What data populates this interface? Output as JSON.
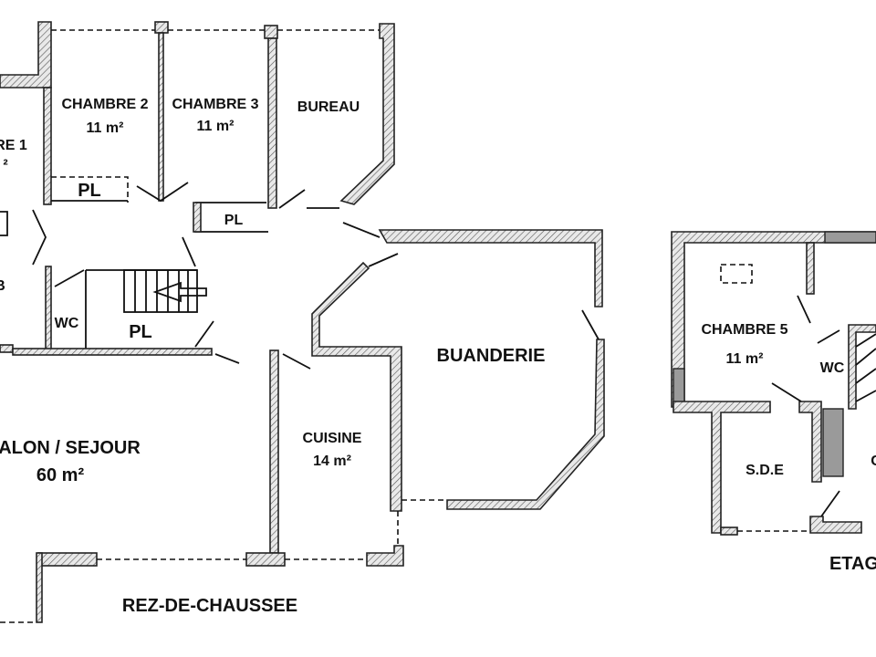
{
  "ground_floor": {
    "title": "REZ-DE-CHAUSSEE",
    "rooms": {
      "chambre1": {
        "name": "RE 1",
        "area": "²"
      },
      "chambre2": {
        "name": "CHAMBRE 2",
        "area": "11 m²"
      },
      "chambre3": {
        "name": "CHAMBRE 3",
        "area": "11 m²"
      },
      "bureau": {
        "name": "BUREAU"
      },
      "pl_left": {
        "name": "PL"
      },
      "pl_right": {
        "name": "PL"
      },
      "pl_stairs": {
        "name": "PL"
      },
      "wc": {
        "name": "WC"
      },
      "b_cut": {
        "name": "B"
      },
      "salon": {
        "name": "ALON / SEJOUR",
        "area": "60 m²"
      },
      "cuisine": {
        "name": "CUISINE",
        "area": "14 m²"
      },
      "buanderie": {
        "name": "BUANDERIE"
      }
    }
  },
  "upper_floor": {
    "title": "ETAG",
    "rooms": {
      "chambre5": {
        "name": "CHAMBRE 5",
        "area": "11 m²"
      },
      "wc": {
        "name": "WC"
      },
      "sde": {
        "name": "S.D.E"
      },
      "c_cut": {
        "name": "C"
      }
    }
  }
}
